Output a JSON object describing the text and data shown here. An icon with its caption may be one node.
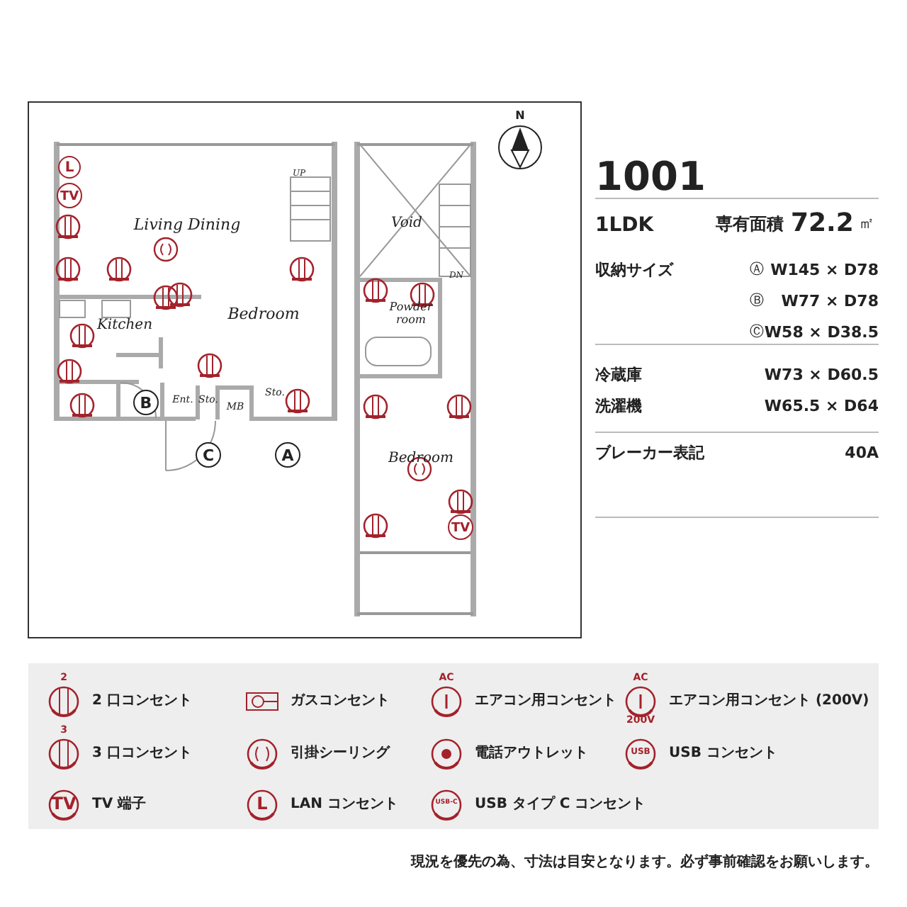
{
  "diagram": {
    "labels": [
      "1001",
      "1LDK",
      "専有面積",
      "72.2",
      "㎡",
      "収納サイズ",
      "Ⓐ",
      "W145 × D78",
      "Ⓑ",
      "W77 × D78",
      "Ⓒ",
      "W58 × D38.5",
      "冷蔵庫",
      "W73 × D60.5",
      "洗濯機",
      "W65.5 × D64",
      "ブレーカー表記",
      "40A",
      "現況を優先の為、寸法は目安となります。必ず事前確認をお願いします。",
      "N",
      "UP",
      "Living Dining",
      "Bedroom",
      "Kitchen",
      "B",
      "Ent.",
      "Sto.",
      "MB",
      "Sto.",
      "C",
      "A",
      "Void",
      "DN",
      "Powder room",
      "Bedroom",
      "L",
      "TV",
      "TV",
      "2",
      "AC",
      "AC",
      "200V",
      "3",
      "USB",
      "TV",
      "L",
      "USB-C"
    ],
    "legend": [
      {
        "text": "2 口コンセント"
      },
      {
        "text": "ガスコンセント"
      },
      {
        "text": "エアコン用コンセント"
      },
      {
        "text": "エアコン用コンセント (200V)"
      },
      {
        "text": "3 口コンセント"
      },
      {
        "text": "引掛シーリング"
      },
      {
        "text": "電話アウトレット"
      },
      {
        "text": "USB コンセント"
      },
      {
        "text": "TV 端子"
      },
      {
        "text": "LAN コンセント"
      },
      {
        "text": "USB タイプ C コンセント"
      }
    ]
  }
}
